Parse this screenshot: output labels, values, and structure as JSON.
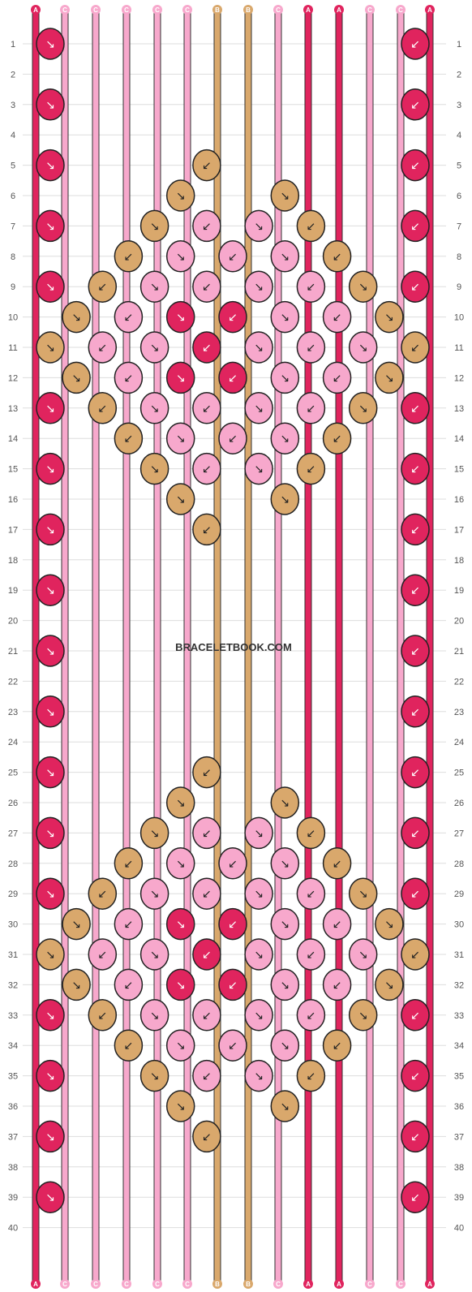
{
  "watermark": "BRACELETBOOK.COM",
  "colors": {
    "A": "#e0245e",
    "B": "#d9a86c",
    "C": "#f7a8cc"
  },
  "row_count": 40,
  "top_labels": [
    "A",
    "C",
    "C",
    "C",
    "C",
    "C",
    "B",
    "B",
    "C",
    "A",
    "A",
    "C",
    "C",
    "A"
  ],
  "bottom_labels": [
    "A",
    "C",
    "C",
    "C",
    "C",
    "C",
    "B",
    "B",
    "C",
    "A",
    "A",
    "C",
    "C",
    "A"
  ],
  "pattern_rows": [
    [
      "A",
      null,
      null,
      null,
      null,
      null,
      null,
      "A"
    ],
    [
      null,
      null,
      null,
      null,
      null,
      null,
      null
    ],
    [
      "A",
      null,
      null,
      null,
      null,
      null,
      null,
      "A"
    ],
    [
      null,
      null,
      null,
      null,
      null,
      null,
      null
    ],
    [
      "A",
      null,
      null,
      "B",
      null,
      null,
      null,
      "A"
    ],
    [
      null,
      null,
      "B",
      null,
      "B",
      null,
      null
    ],
    [
      "A",
      null,
      "B",
      "C",
      "C",
      "B",
      null,
      "A"
    ],
    [
      null,
      "B",
      "C",
      "C",
      "C",
      "B",
      null
    ],
    [
      "A",
      "B",
      "C",
      "C",
      "C",
      "C",
      "B",
      "A"
    ],
    [
      "B",
      "C",
      "A",
      "A",
      "C",
      "C",
      "B"
    ],
    [
      "B",
      "C",
      "C",
      "A",
      "C",
      "C",
      "C",
      "B"
    ],
    [
      "B",
      "C",
      "A",
      "A",
      "C",
      "C",
      "B"
    ],
    [
      "A",
      "B",
      "C",
      "C",
      "C",
      "C",
      "B",
      "A"
    ],
    [
      null,
      "B",
      "C",
      "C",
      "C",
      "B",
      null
    ],
    [
      "A",
      null,
      "B",
      "C",
      "C",
      "B",
      null,
      "A"
    ],
    [
      null,
      null,
      "B",
      null,
      "B",
      null,
      null
    ],
    [
      "A",
      null,
      null,
      "B",
      null,
      null,
      null,
      "A"
    ],
    [
      null,
      null,
      null,
      null,
      null,
      null,
      null
    ],
    [
      "A",
      null,
      null,
      null,
      null,
      null,
      null,
      "A"
    ],
    [
      null,
      null,
      null,
      null,
      null,
      null,
      null
    ],
    [
      "A",
      null,
      null,
      null,
      null,
      null,
      null,
      "A"
    ],
    [
      null,
      null,
      null,
      null,
      null,
      null,
      null
    ],
    [
      "A",
      null,
      null,
      null,
      null,
      null,
      null,
      "A"
    ],
    [
      null,
      null,
      null,
      null,
      null,
      null,
      null
    ],
    [
      "A",
      null,
      null,
      "B",
      null,
      null,
      null,
      "A"
    ],
    [
      null,
      null,
      "B",
      null,
      "B",
      null,
      null
    ],
    [
      "A",
      null,
      "B",
      "C",
      "C",
      "B",
      null,
      "A"
    ],
    [
      null,
      "B",
      "C",
      "C",
      "C",
      "B",
      null
    ],
    [
      "A",
      "B",
      "C",
      "C",
      "C",
      "C",
      "B",
      "A"
    ],
    [
      "B",
      "C",
      "A",
      "A",
      "C",
      "C",
      "B"
    ],
    [
      "B",
      "C",
      "C",
      "A",
      "C",
      "C",
      "C",
      "B"
    ],
    [
      "B",
      "C",
      "A",
      "A",
      "C",
      "C",
      "B"
    ],
    [
      "A",
      "B",
      "C",
      "C",
      "C",
      "C",
      "B",
      "A"
    ],
    [
      null,
      "B",
      "C",
      "C",
      "C",
      "B",
      null
    ],
    [
      "A",
      null,
      "B",
      "C",
      "C",
      "B",
      null,
      "A"
    ],
    [
      null,
      null,
      "B",
      null,
      "B",
      null,
      null
    ],
    [
      "A",
      null,
      null,
      "B",
      null,
      null,
      null,
      "A"
    ],
    [
      null,
      null,
      null,
      null,
      null,
      null,
      null
    ],
    [
      "A",
      null,
      null,
      null,
      null,
      null,
      null,
      "A"
    ],
    [
      null,
      null,
      null,
      null,
      null,
      null,
      null
    ]
  ]
}
